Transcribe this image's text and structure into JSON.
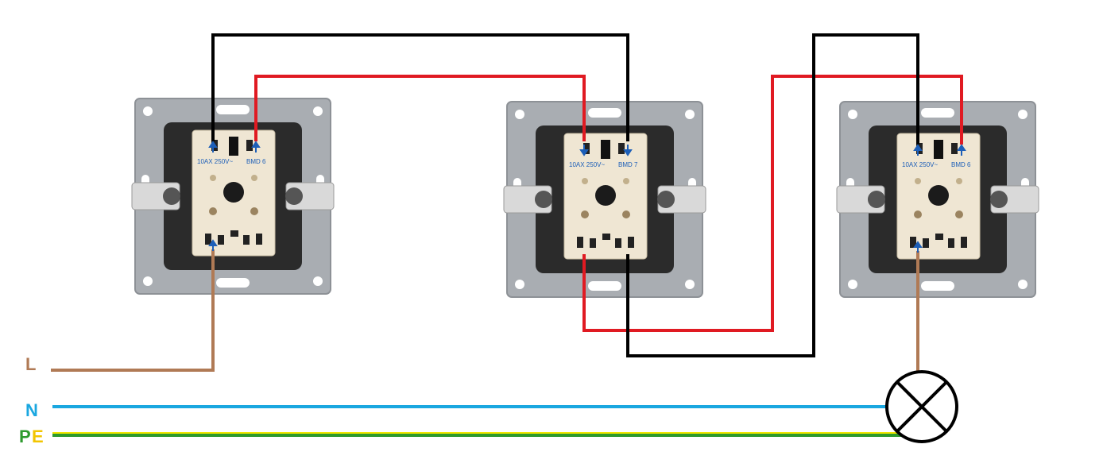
{
  "line_labels": {
    "l": "L",
    "n": "N",
    "pe_p": "P",
    "pe_e": "E"
  },
  "switches": [
    {
      "rating": "10AX 250V~",
      "model": "BMD 6"
    },
    {
      "rating": "10AX 250V~",
      "model": "BMD 7"
    },
    {
      "rating": "10AX 250V~",
      "model": "BMD 6"
    }
  ],
  "colors": {
    "live": "#b07a55",
    "neutral": "#1aa7e0",
    "earth_green": "#2e9a2e",
    "earth_yellow": "#f2e600",
    "traveler_red": "#e01a22",
    "traveler_black": "#000000",
    "label_l": "#b07a55",
    "label_n": "#1aa7e0",
    "label_p": "#2e9a2e",
    "label_e": "#f2c500"
  },
  "icons": [
    "switch-frame",
    "switch-mechanism",
    "lamp-icon",
    "arrow-up-icon",
    "arrow-down-icon"
  ]
}
